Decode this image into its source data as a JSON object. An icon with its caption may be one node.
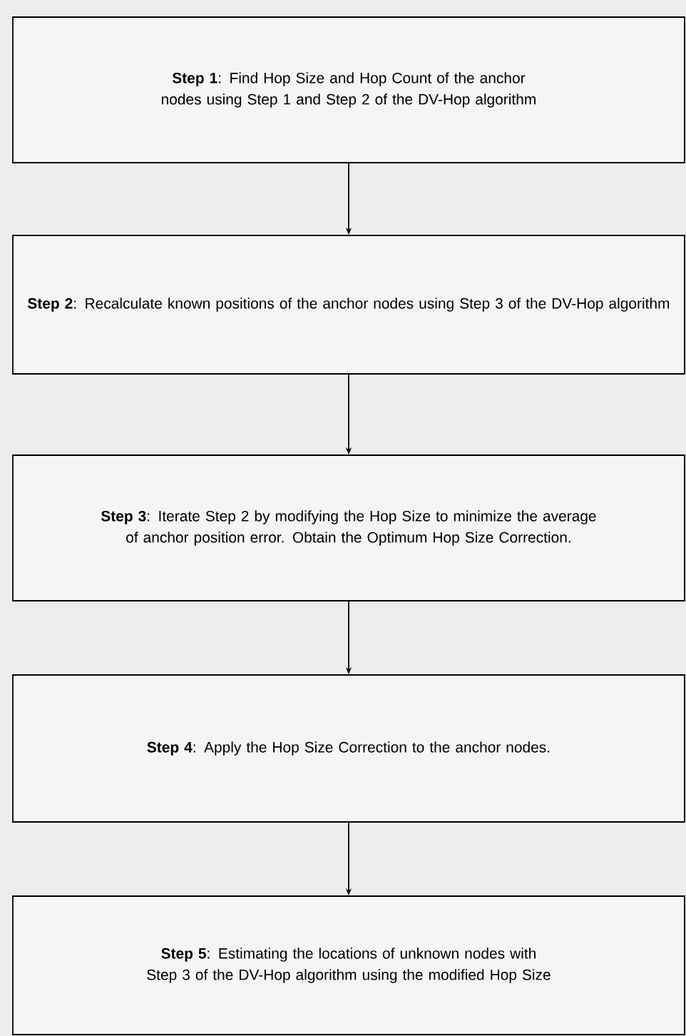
{
  "diagram": {
    "nodes": [
      {
        "text": [
          "**Step 1**: Find Hop Size and Hop Count of the anchor nodes using Step 1 and Step 2 of the DV-Hop algorithm"
        ]
      },
      {
        "text": [
          "**Step 2**: Recalculate known positions of the anchor nodes using Step 3 of the DV-Hop algorithm"
        ]
      },
      {
        "text": [
          "**Step 3**: Iterate Step 2 by modifying the Hop Size to minimize the average of anchor position error. Obtain the Optimum Hop Size Correction."
        ]
      },
      {
        "text": [
          "**Step 4**: Apply the Hop Size Correction to the anchor nodes."
        ]
      },
      {
        "text": [
          "**Step 5**: Estimating the locations of unknown nodes with Step 3 of the DV-Hop algorithm using the modified Hop Size"
        ]
      }
    ],
    "edges": [
      {
        "from": 0,
        "to": 1,
        "arrow": "to"
      },
      {
        "from": 1,
        "to": 2,
        "arrow": "to"
      },
      {
        "from": 2,
        "to": 3,
        "arrow": "to"
      },
      {
        "from": 3,
        "to": 4,
        "arrow": "to"
      }
    ]
  }
}
